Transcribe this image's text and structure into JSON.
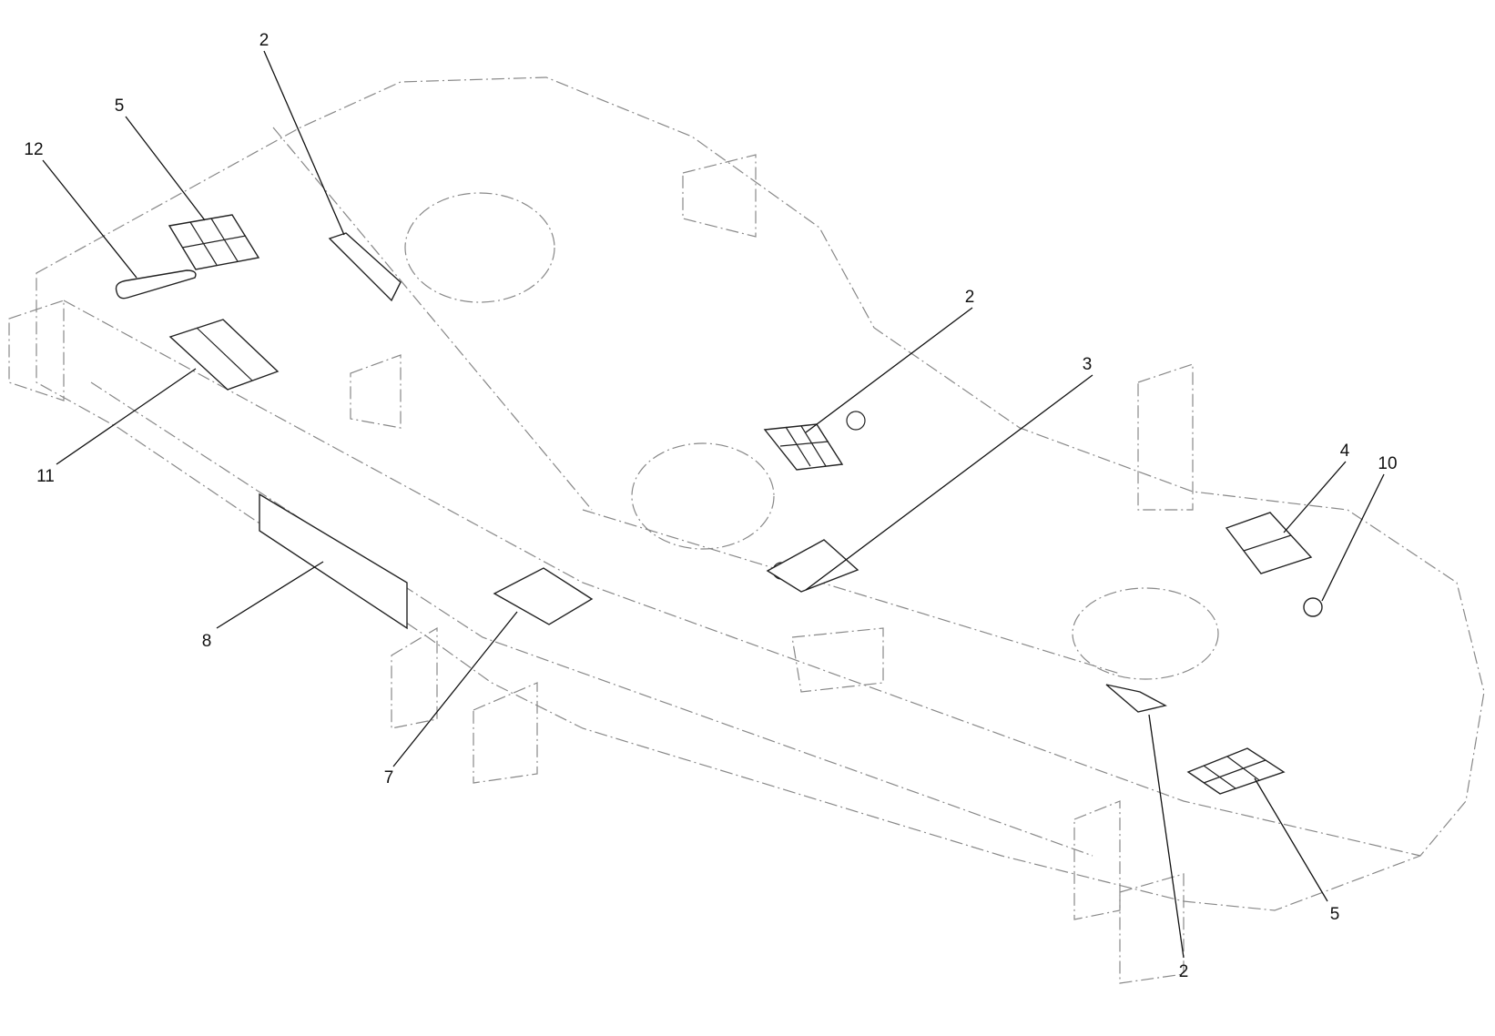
{
  "diagram": {
    "type": "exploded parts diagram (mower deck decals)",
    "callouts": [
      "2",
      "5",
      "12",
      "11",
      "8",
      "7",
      "2",
      "3",
      "4",
      "10",
      "5",
      "2"
    ],
    "colors": {
      "line": "#222222",
      "hidden_outline": "#888888",
      "background": "#ffffff"
    }
  }
}
